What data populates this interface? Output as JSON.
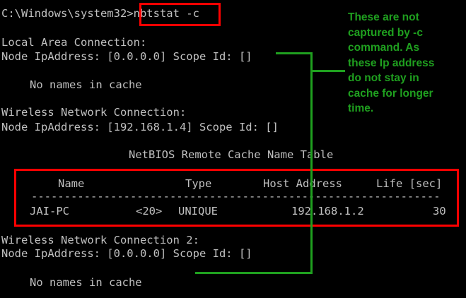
{
  "console": {
    "prompt": "C:\\Windows\\system32>",
    "command": "nbtstat -c",
    "lines": {
      "lan_header": "Local Area Connection:",
      "lan_node": "Node IpAddress: [0.0.0.0] Scope Id: []",
      "lan_cache": "No names in cache",
      "wifi_header": "Wireless Network Connection:",
      "wifi_node": "Node IpAddress: [192.168.1.4] Scope Id: []",
      "table_title": "NetBIOS Remote Cache Name Table",
      "wifi2_header": "Wireless Network Connection 2:",
      "wifi2_node": "Node IpAddress: [0.0.0.0] Scope Id: []",
      "wifi2_cache": "No names in cache"
    },
    "table": {
      "columns": [
        "Name",
        "Type",
        "Host Address",
        "Life [sec]"
      ],
      "separator": "--------------------------------------------------------------",
      "rows": [
        {
          "name": "JAI-PC",
          "suffix": "<20>",
          "type": "UNIQUE",
          "host": "192.168.1.2",
          "life": "30"
        }
      ]
    }
  },
  "annotation": {
    "lines": [
      "These are not",
      "captured by -c",
      "command. As",
      "these Ip address",
      "do not stay in",
      "cache  for longer",
      "time."
    ]
  },
  "colors": {
    "background": "#000000",
    "text": "#c0c0c0",
    "highlight": "#ff0000",
    "annotation": "#1fa01f"
  }
}
